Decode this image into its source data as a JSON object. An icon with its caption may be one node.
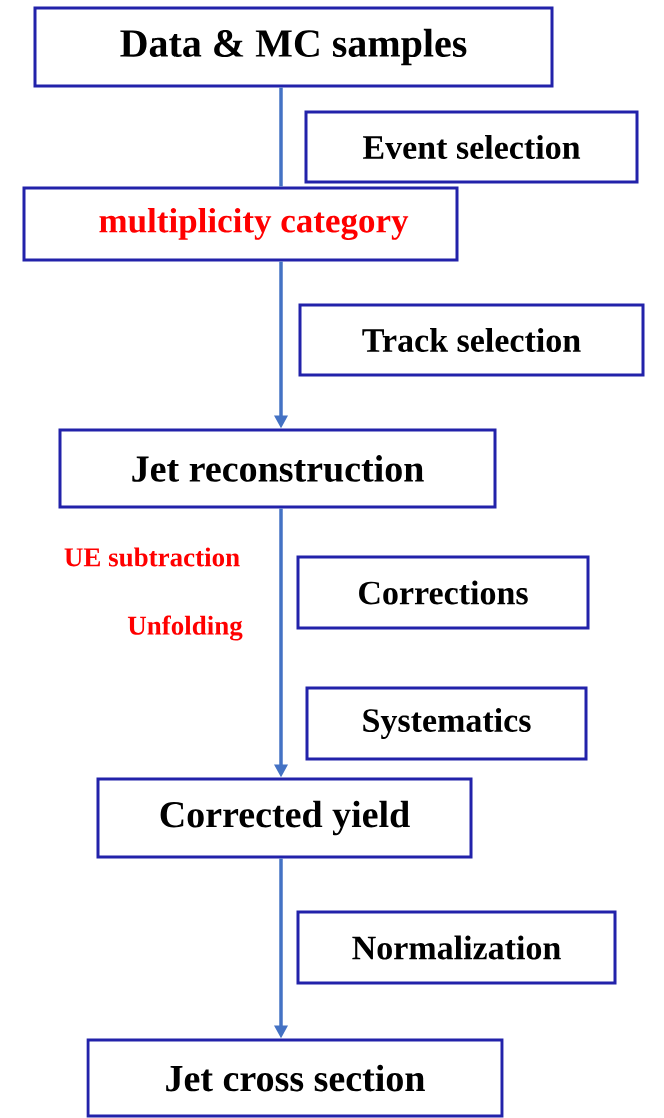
{
  "diagram": {
    "nodes": [
      {
        "text": [
          "Data & MC samples"
        ]
      },
      {
        "text": [
          "Event selection"
        ]
      },
      {
        "text": [
          "multiplicity category"
        ]
      },
      {
        "text": [
          "Track selection"
        ]
      },
      {
        "text": [
          "Jet reconstruction"
        ]
      },
      {
        "text": [
          "Corrections"
        ]
      },
      {
        "text": [
          "Systematics"
        ]
      },
      {
        "text": [
          "Corrected yield"
        ]
      },
      {
        "text": [
          "Normalization"
        ]
      },
      {
        "text": [
          "Jet cross section"
        ]
      }
    ],
    "edges": [
      {
        "from": 0,
        "to": 2,
        "arrow": "none"
      },
      {
        "from": 2,
        "to": 4,
        "arrow": "to"
      },
      {
        "from": 4,
        "to": 7,
        "arrow": "to"
      },
      {
        "from": 7,
        "to": 9,
        "arrow": "to"
      }
    ],
    "labels": [
      "UE subtraction",
      "Unfolding"
    ]
  }
}
